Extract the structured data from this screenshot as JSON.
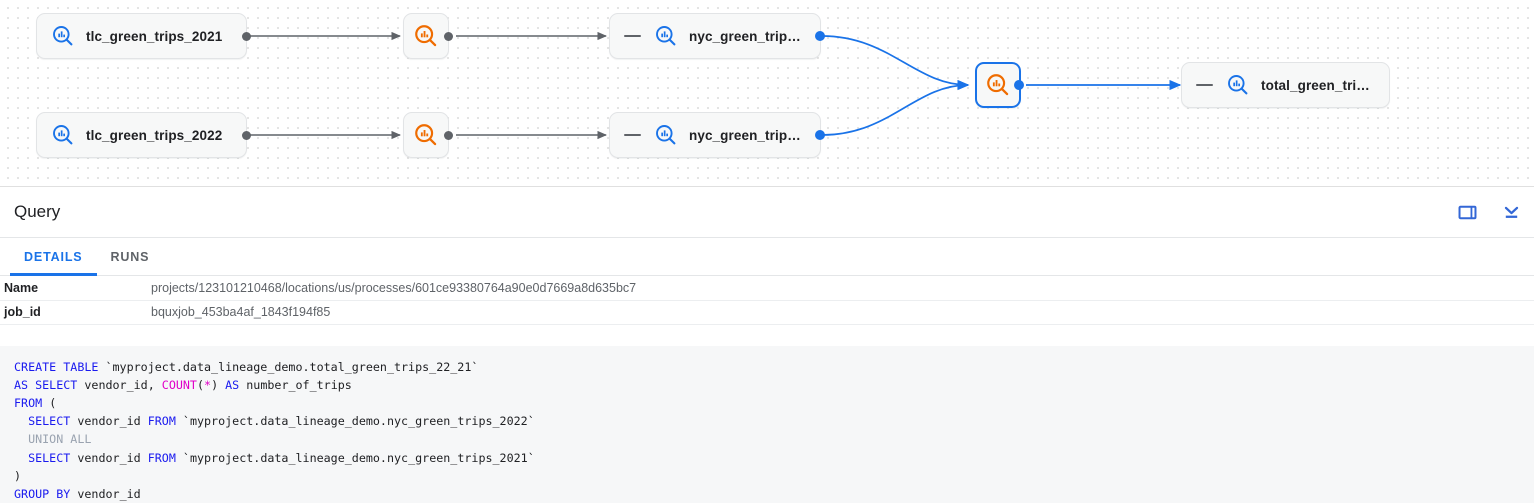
{
  "graph": {
    "nodes": [
      {
        "id": "tlc2021",
        "label": "tlc_green_trips_2021",
        "icon": "bigquery-table-icon",
        "type": "table",
        "minus": false,
        "selected": false
      },
      {
        "id": "tlc2022",
        "label": "tlc_green_trips_2022",
        "icon": "bigquery-table-icon",
        "type": "table",
        "minus": false,
        "selected": false
      },
      {
        "id": "proc1",
        "label": "",
        "icon": "bigquery-process-icon",
        "type": "process",
        "minus": false,
        "selected": false
      },
      {
        "id": "proc2",
        "label": "",
        "icon": "bigquery-process-icon",
        "type": "process",
        "minus": false,
        "selected": false
      },
      {
        "id": "nyc2021",
        "label": "nyc_green_trips…",
        "icon": "bigquery-table-icon",
        "type": "table",
        "minus": true,
        "selected": false
      },
      {
        "id": "nyc2022",
        "label": "nyc_green_trips…",
        "icon": "bigquery-table-icon",
        "type": "table",
        "minus": true,
        "selected": false
      },
      {
        "id": "proc3",
        "label": "",
        "icon": "bigquery-process-icon",
        "type": "process",
        "minus": false,
        "selected": true
      },
      {
        "id": "total",
        "label": "total_green_trip…",
        "icon": "bigquery-table-icon",
        "type": "table",
        "minus": true,
        "selected": false
      }
    ],
    "colors": {
      "accent": "#1a73e8",
      "process": "#ef6c00",
      "edge": "#5f6368",
      "edge_selected": "#1a73e8"
    }
  },
  "panel": {
    "title": "Query",
    "actions": [
      {
        "name": "split-panel-icon",
        "label": "Split panel"
      },
      {
        "name": "collapse-panel-icon",
        "label": "Collapse panel"
      }
    ],
    "tabs": [
      {
        "label": "DETAILS",
        "active": true
      },
      {
        "label": "RUNS",
        "active": false
      }
    ],
    "details": {
      "rows": [
        {
          "key": "Name",
          "value": "projects/123101210468/locations/us/processes/601ce93380764a90e0d7669a8d635bc7"
        },
        {
          "key": "job_id",
          "value": "bquxjob_453ba4af_1843f194f85"
        }
      ]
    },
    "sql": {
      "lines": [
        [
          {
            "t": "CREATE TABLE ",
            "c": "kw"
          },
          {
            "t": "`myproject.data_lineage_demo.total_green_trips_22_21`",
            "c": ""
          }
        ],
        [
          {
            "t": "AS SELECT ",
            "c": "kw"
          },
          {
            "t": "vendor_id, ",
            "c": ""
          },
          {
            "t": "COUNT",
            "c": "fn"
          },
          {
            "t": "(",
            "c": ""
          },
          {
            "t": "*",
            "c": "op"
          },
          {
            "t": ") ",
            "c": ""
          },
          {
            "t": "AS ",
            "c": "kw"
          },
          {
            "t": "number_of_trips",
            "c": ""
          }
        ],
        [
          {
            "t": "FROM",
            "c": "kw"
          },
          {
            "t": " (",
            "c": ""
          }
        ],
        [
          {
            "t": "  SELECT ",
            "c": "kw"
          },
          {
            "t": "vendor_id ",
            "c": ""
          },
          {
            "t": "FROM",
            "c": "kw"
          },
          {
            "t": " `myproject.data_lineage_demo.nyc_green_trips_2022`",
            "c": ""
          }
        ],
        [
          {
            "t": "  UNION ALL",
            "c": "dim"
          }
        ],
        [
          {
            "t": "  SELECT ",
            "c": "kw"
          },
          {
            "t": "vendor_id ",
            "c": ""
          },
          {
            "t": "FROM",
            "c": "kw"
          },
          {
            "t": " `myproject.data_lineage_demo.nyc_green_trips_2021`",
            "c": ""
          }
        ],
        [
          {
            "t": ")",
            "c": ""
          }
        ],
        [
          {
            "t": "GROUP BY ",
            "c": "kw"
          },
          {
            "t": "vendor_id",
            "c": ""
          }
        ]
      ]
    }
  }
}
